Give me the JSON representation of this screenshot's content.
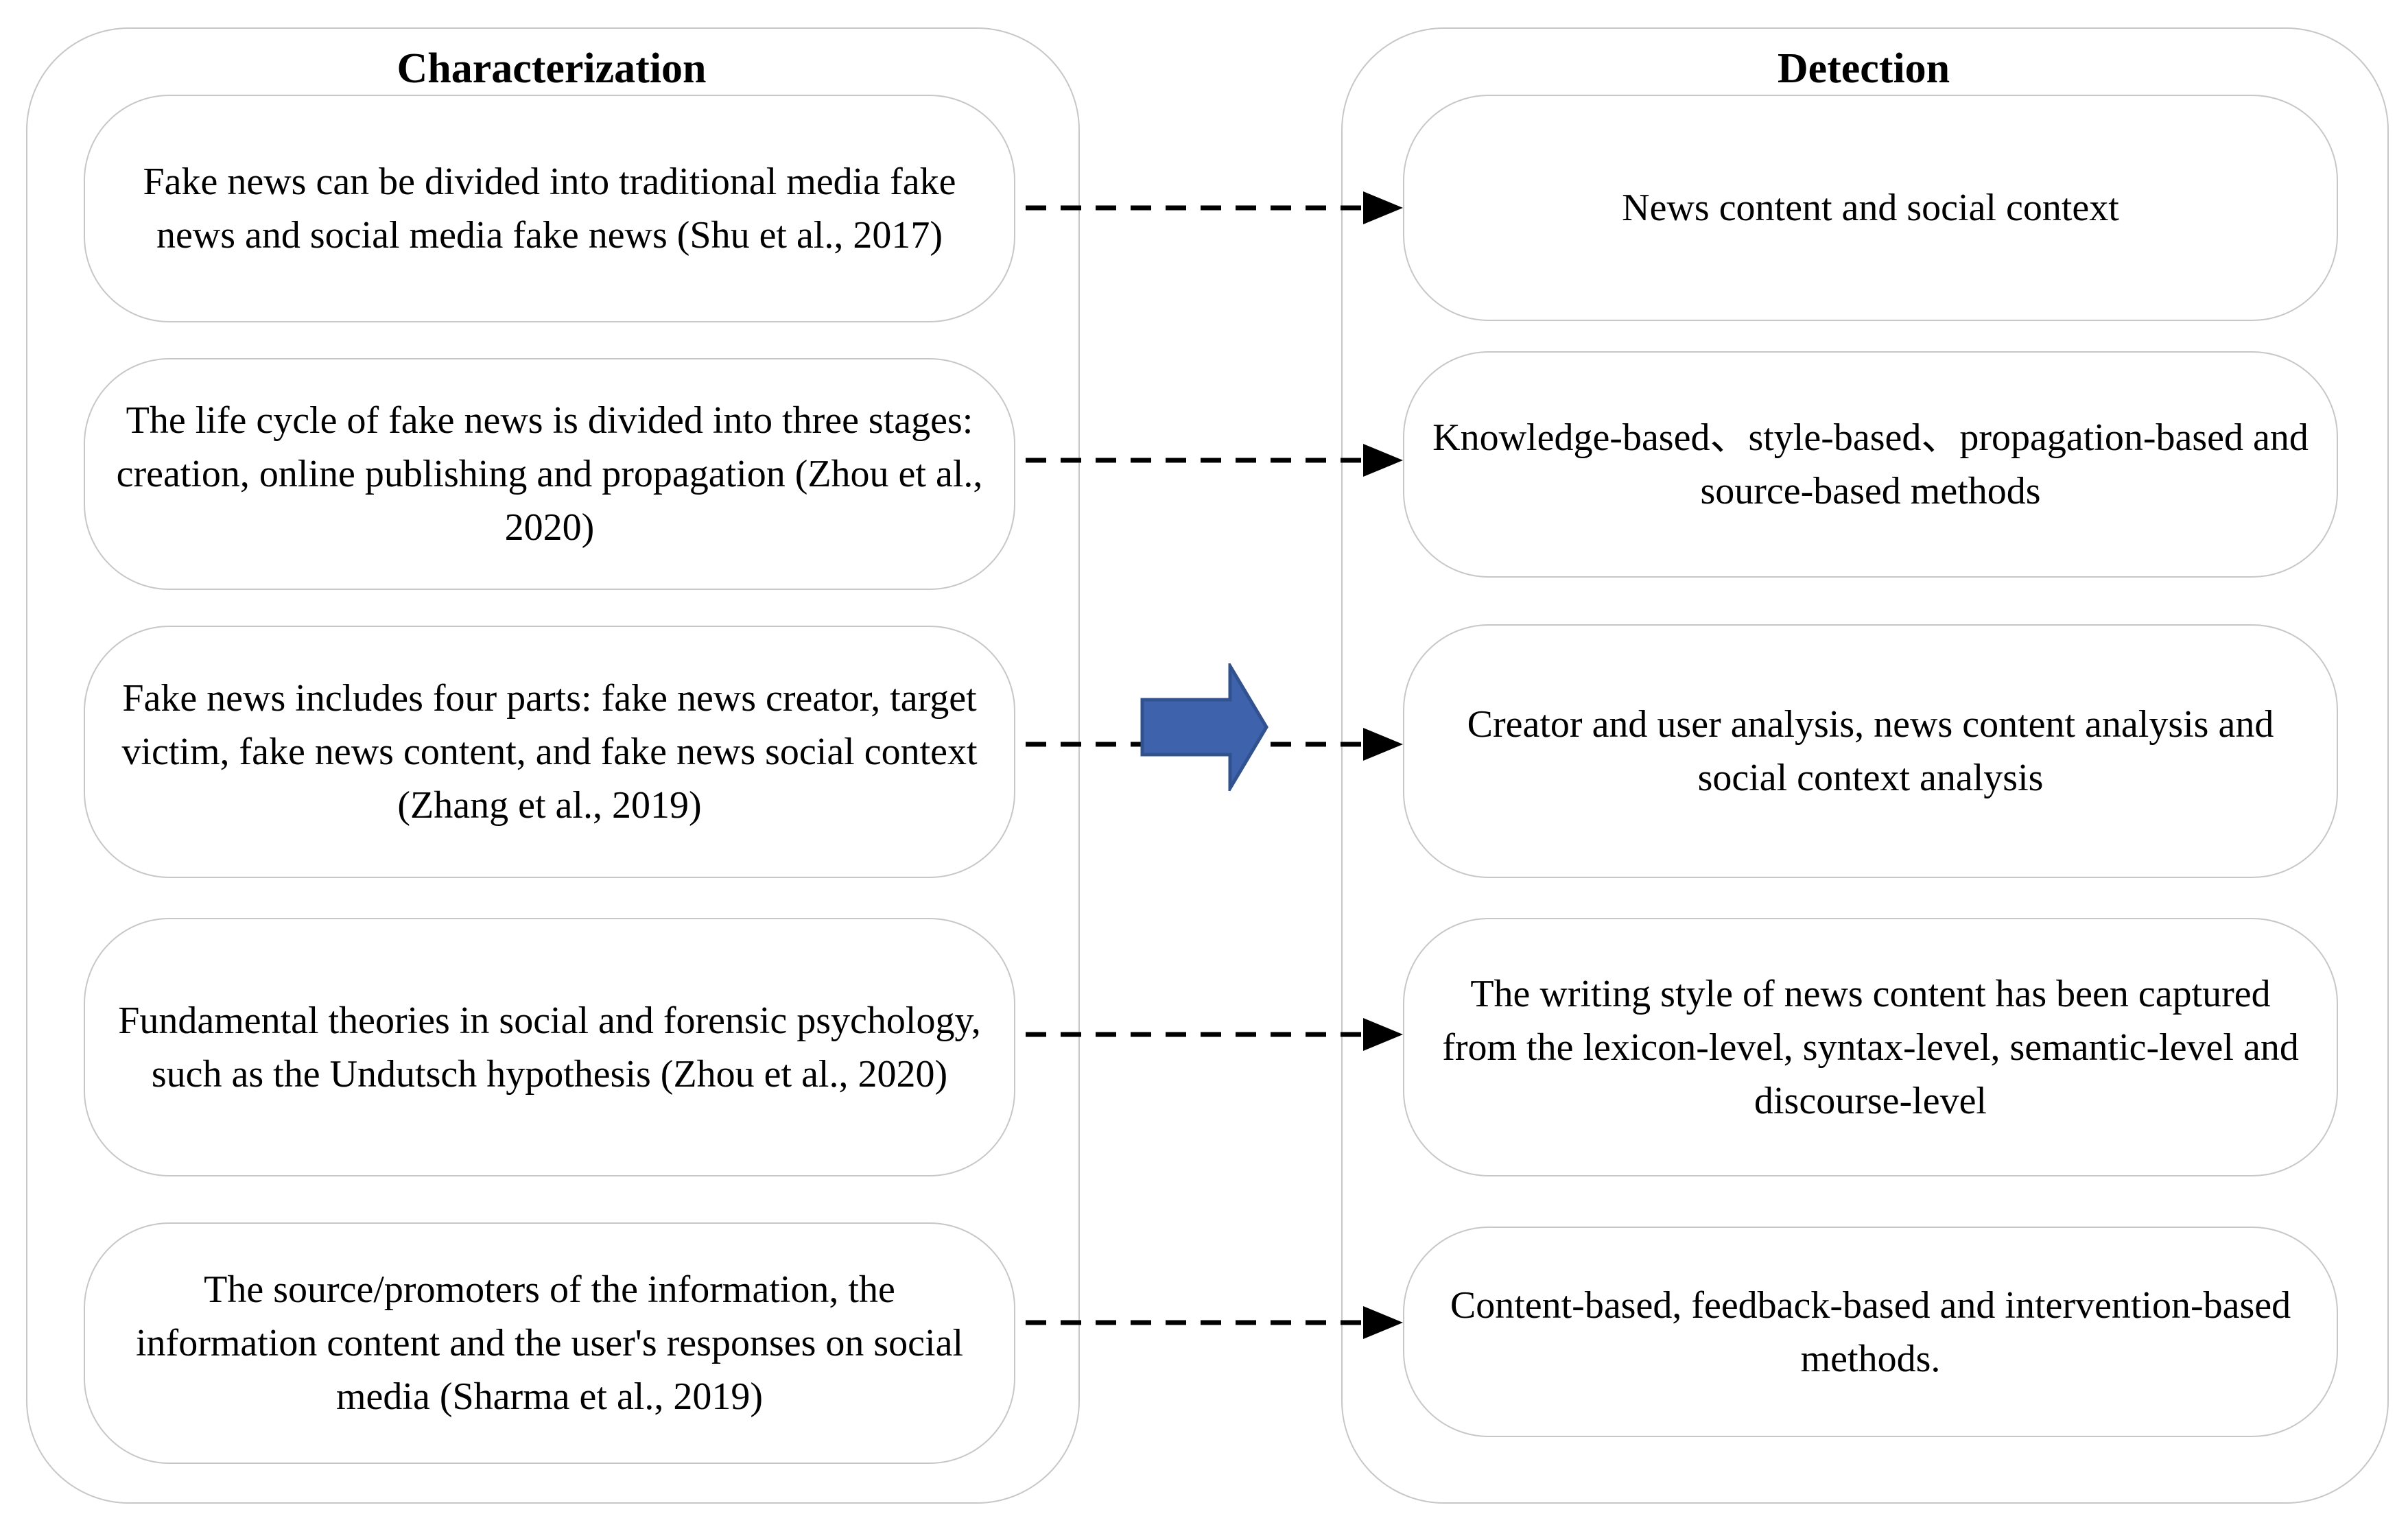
{
  "diagram": {
    "left_column": {
      "header": "Characterization",
      "boxes": [
        "Fake news can be divided into traditional media fake news and social media fake news (Shu et al., 2017)",
        "The life cycle of fake news is divided into three stages: creation, online publishing and propagation (Zhou et al., 2020)",
        "Fake news includes four parts: fake news creator, target victim, fake news content, and fake news social context  (Zhang et al., 2019)",
        "Fundamental theories in social and forensic psychology, such as the Undutsch hypothesis (Zhou et al., 2020)",
        "The source/promoters of the information, the information content and the user's responses on social media (Sharma et al., 2019)"
      ]
    },
    "right_column": {
      "header": "Detection",
      "boxes": [
        "News content and social context",
        "Knowledge-based、style-based、propagation-based and source-based methods",
        "Creator and user analysis, news content analysis and social context analysis",
        "The writing style of news content has been captured from the lexicon-level, syntax-level, semantic-level and discourse-level",
        "Content-based, feedback-based and intervention-based methods."
      ]
    },
    "colors": {
      "box_border": "#c7c7c7",
      "arrow_color": "#000000",
      "block_arrow_fill": "#3e63ac",
      "block_arrow_border": "#31518f"
    }
  }
}
